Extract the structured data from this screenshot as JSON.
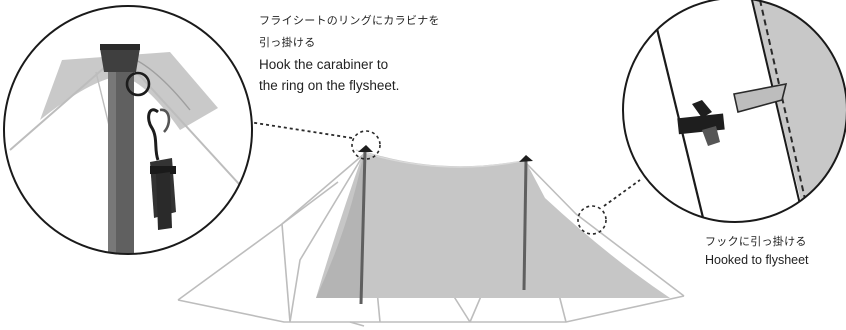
{
  "callout_left": {
    "text_ja_line1": "フライシートのリングにカラビナを",
    "text_ja_line2": "引っ掛ける",
    "text_en_line1": "Hook the carabiner to",
    "text_en_line2": "the ring on the flysheet."
  },
  "callout_right": {
    "text_ja": "フックに引っ掛ける",
    "text_en": "Hooked to flysheet"
  },
  "colors": {
    "flysheet_fill": "#c4c4c4",
    "outline": "#2a2a2a",
    "inner_tent_line": "#bcbcbc",
    "pole": "#5f5f5f",
    "strap": "#2f2f2f"
  },
  "icons": [
    "magnifier-circle-left",
    "magnifier-circle-right",
    "dashed-leader-line",
    "carabiner",
    "hook-toggle"
  ]
}
